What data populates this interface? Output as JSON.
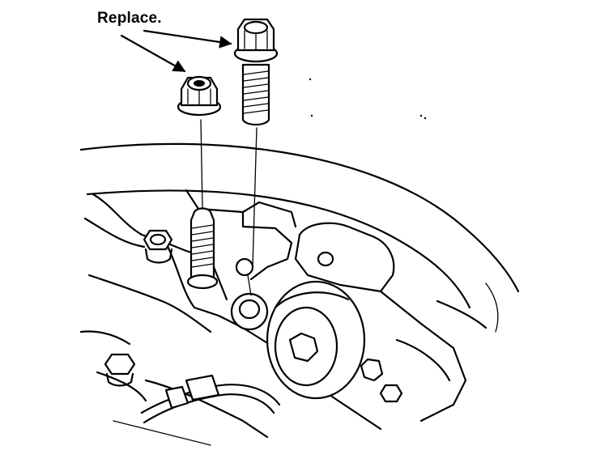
{
  "callout": {
    "text": "Replace."
  },
  "parts": {
    "flange_nut_icon": "flange-nut",
    "flange_bolt_icon": "flange-bolt",
    "stud_icon": "stud"
  },
  "colors": {
    "line": "#000000",
    "background": "#ffffff"
  }
}
